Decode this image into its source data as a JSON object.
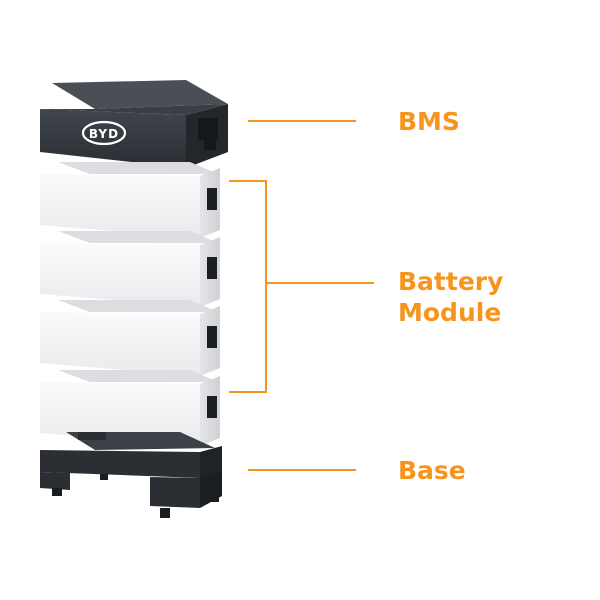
{
  "brand_logo_text": "BYD",
  "labels": {
    "bms": "BMS",
    "battery_line1": "Battery",
    "battery_line2": "Module",
    "base": "Base"
  },
  "module_count": 4,
  "colors": {
    "accent": "#f7941d",
    "bms_body": "#34383e",
    "module_body": "#f5f5f6",
    "base_body": "#2b2f34"
  }
}
